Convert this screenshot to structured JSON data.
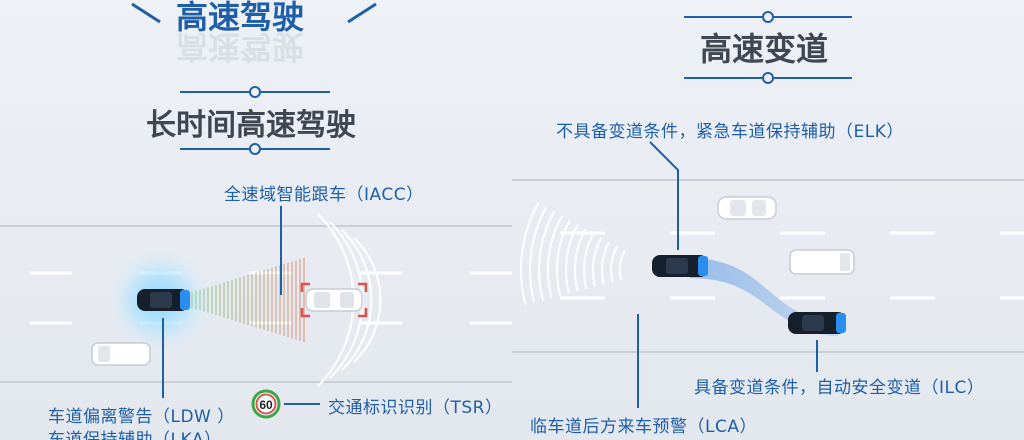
{
  "left_panel": {
    "top_title": "高速驾驶",
    "top_title_reflection": "高速驾驶",
    "subtitle": "长时间高速驾驶",
    "features": {
      "iacc": "全速域智能跟车（IACC）",
      "ldw": "车道偏离警告（LDW ）",
      "lka": "车道保持辅助（LKA）",
      "tsr": "交通标识识别（TSR）"
    },
    "speed_sign": "60"
  },
  "right_panel": {
    "title": "高速变道",
    "features": {
      "elk": "不具备变道条件，紧急车道保持辅助（ELK）",
      "ilc": "具备变道条件，自动安全变道（ILC）",
      "lca": "临车道后方来车预警（LCA）"
    }
  },
  "colors": {
    "accent_blue": "#1f5fa8",
    "heading_gray": "#3e4752",
    "road_line": "#ffffff",
    "radar_red": "#d9534f",
    "sign_green": "#3aa84a"
  }
}
